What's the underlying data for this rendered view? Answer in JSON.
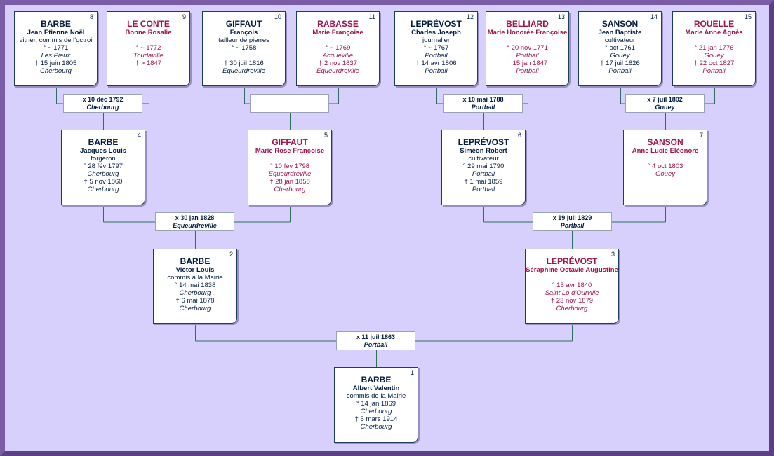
{
  "persons": {
    "p1": {
      "num": "1",
      "surname": "BARBE",
      "first": "Albert Valentin",
      "lines": [
        "commis de la Mairie",
        "° 14 jan 1869",
        "Cherbourg",
        "† 5 mars 1914",
        "Cherbourg"
      ]
    },
    "p2": {
      "num": "2",
      "surname": "BARBE",
      "first": "Victor Louis",
      "lines": [
        "commis à la Mairie",
        "° 14 mai 1838",
        "Cherbourg",
        "† 6 mai 1878",
        "Cherbourg"
      ]
    },
    "p3": {
      "num": "3",
      "surname": "LEPRÉVOST",
      "first": "Séraphine Octavie Augustine",
      "lines": [
        "",
        "° 15 avr 1840",
        "Saint Lô d'Ourville",
        "† 23 nov 1879",
        "Cherbourg"
      ]
    },
    "p4": {
      "num": "4",
      "surname": "BARBE",
      "first": "Jacques Louis",
      "lines": [
        "forgeron",
        "° 28 fév 1797",
        "Cherbourg",
        "† 5 nov 1860",
        "Cherbourg"
      ]
    },
    "p5": {
      "num": "5",
      "surname": "GIFFAUT",
      "first": "Marie Rose Françoise",
      "lines": [
        "",
        "° 10 fév 1798",
        "Equeurdreville",
        "† 28 jan 1858",
        "Cherbourg"
      ]
    },
    "p6": {
      "num": "6",
      "surname": "LEPRÉVOST",
      "first": "Siméon Robert",
      "lines": [
        "cultivateur",
        "° 29 mai 1790",
        "Portbail",
        "† 1 mai 1859",
        "Portbail"
      ]
    },
    "p7": {
      "num": "7",
      "surname": "SANSON",
      "first": "Anne Lucie  Eléonore",
      "lines": [
        "",
        "° 4 oct 1803",
        "Gouey",
        "",
        ""
      ]
    },
    "p8": {
      "num": "8",
      "surname": "BARBE",
      "first": "Jean Etienne Noël",
      "lines": [
        "vitrier, commis de l'octroi",
        "° ~ 1771",
        "Les Pieux",
        "† 15 juin 1805",
        "Cherbourg"
      ]
    },
    "p9": {
      "num": "9",
      "surname": "LE CONTE",
      "first": "Bonne Rosalie",
      "lines": [
        "",
        "° ~ 1772",
        "Tourlaville",
        "† > 1847",
        ""
      ]
    },
    "p10": {
      "num": "10",
      "surname": "GIFFAUT",
      "first": "François",
      "lines": [
        "tailleur de pierres",
        "° ~ 1758",
        "",
        "† 30 juil 1816",
        "Equeurdreville"
      ]
    },
    "p11": {
      "num": "11",
      "surname": "RABASSE",
      "first": "Marie Françoise",
      "lines": [
        "",
        "° ~ 1769",
        "Acqueville",
        "† 2 nov 1837",
        "Equeurdreville"
      ]
    },
    "p12": {
      "num": "12",
      "surname": "LEPRÉVOST",
      "first": "Charles Joseph",
      "lines": [
        "journalier",
        "° ~ 1767",
        "Portbail",
        "† 14 avr 1806",
        "Portbail"
      ]
    },
    "p13": {
      "num": "13",
      "surname": "BELLIARD",
      "first": "Marie Honorée Françoise",
      "lines": [
        "",
        "° 20 nov 1771",
        "Portbail",
        "† 15 jan 1847",
        "Portbail"
      ]
    },
    "p14": {
      "num": "14",
      "surname": "SANSON",
      "first": "Jean Baptiste",
      "lines": [
        "cultivateur",
        "° oct 1761",
        "Gouey",
        "† 17 juil 1826",
        "Portbail"
      ]
    },
    "p15": {
      "num": "15",
      "surname": "ROUELLE",
      "first": "Marie Anne Agnès",
      "lines": [
        "",
        "° 21 jan 1776",
        "Gouey",
        "† 22 oct 1827",
        "Portbail"
      ]
    }
  },
  "marriages": {
    "m1": {
      "date": "x 11 juil 1863",
      "place": "Portbail"
    },
    "m2": {
      "date": "x 30 jan 1828",
      "place": "Equeurdreville"
    },
    "m3": {
      "date": "x 19 juil 1829",
      "place": "Portbail"
    },
    "m4": {
      "date": "x 10 déc 1792",
      "place": "Cherbourg"
    },
    "m5": {
      "date": "",
      "place": ""
    },
    "m6": {
      "date": "x 10 mai 1788",
      "place": "Portbail"
    },
    "m7": {
      "date": "x 7 juil 1802",
      "place": "Gouey"
    }
  },
  "colors": {
    "male": "#001a40",
    "female": "#a0104a",
    "background": "#d8d0fc",
    "frame": "#7b5ca6",
    "line": "#2e6e5a"
  }
}
